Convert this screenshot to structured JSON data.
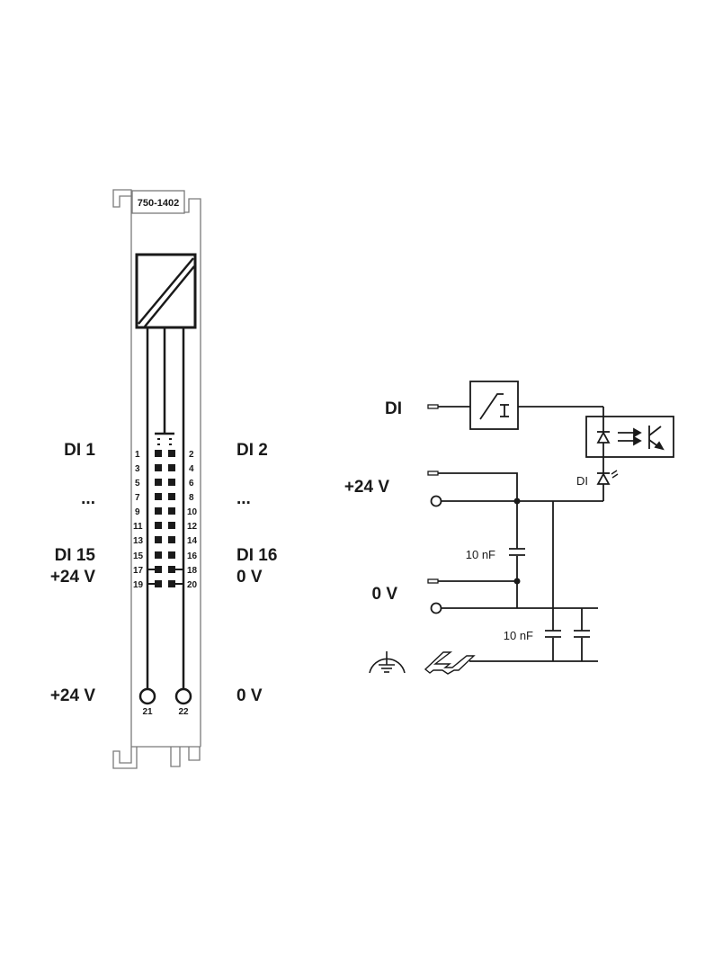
{
  "module": {
    "part_number": "750-1402",
    "pins_left": [
      "1",
      "3",
      "5",
      "7",
      "9",
      "11",
      "13",
      "15",
      "17",
      "19"
    ],
    "pins_right": [
      "2",
      "4",
      "6",
      "8",
      "10",
      "12",
      "14",
      "16",
      "18",
      "20"
    ],
    "power_terminals": [
      "21",
      "22"
    ]
  },
  "left_labels": {
    "di1": "DI 1",
    "dots": "...",
    "di15": "DI 15",
    "plus24": "+24 V",
    "bottom_plus24": "+24 V"
  },
  "right_labels": {
    "di2": "DI 2",
    "dots": "...",
    "di16": "DI 16",
    "zero_v": "0 V",
    "bottom_zero_v": "0 V"
  },
  "schematic": {
    "input_label": "DI",
    "supply_label": "+24 V",
    "ground_label": "0 V",
    "led_label": "DI",
    "cap1_label": "10 nF",
    "cap2_label": "10 nF"
  },
  "colors": {
    "line": "#1a1a1a",
    "module_outline": "#7a7a7a"
  }
}
